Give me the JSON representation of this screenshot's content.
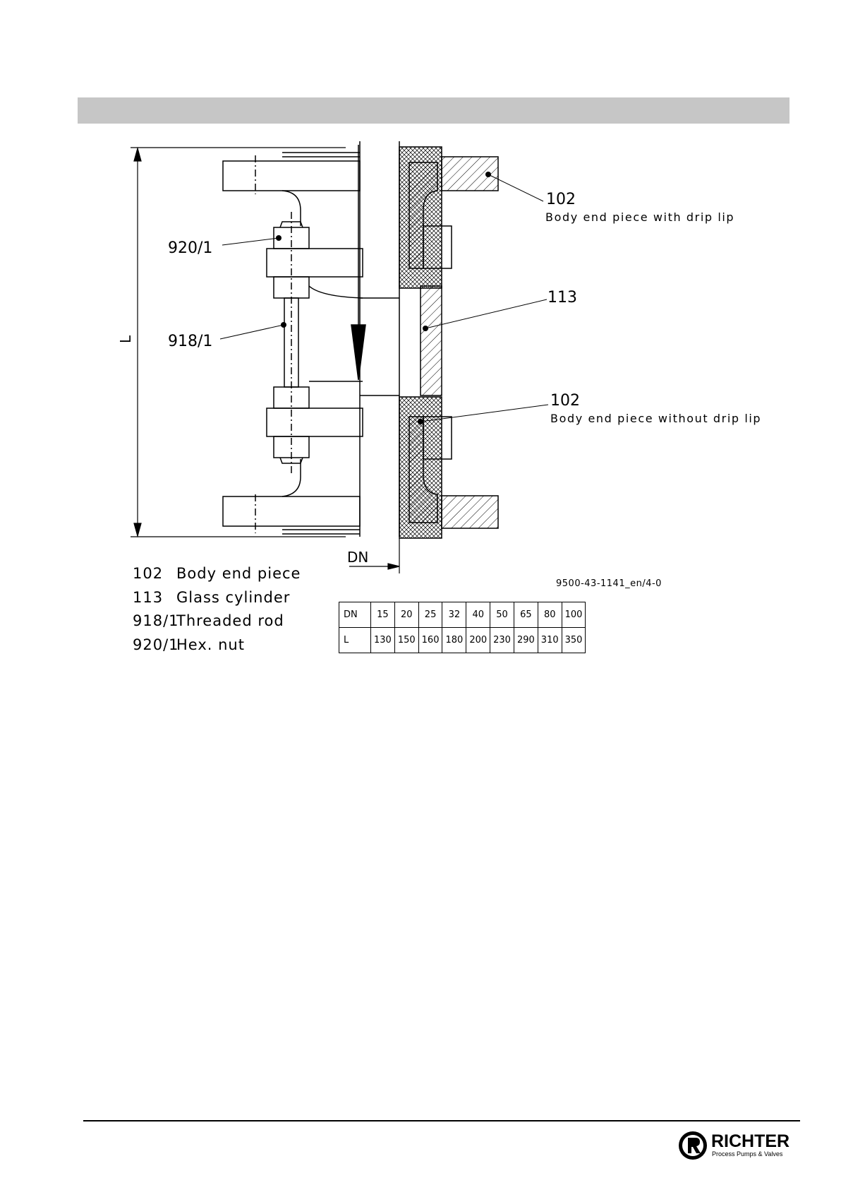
{
  "callouts": {
    "c102_top": "102",
    "c102_top_desc": "Body end piece with drip lip",
    "c920": "920/1",
    "c918": "918/1",
    "c113": "113",
    "c102_bottom": "102",
    "c102_bottom_desc": "Body end piece without drip lip",
    "dim_L": "L",
    "dim_DN": "DN"
  },
  "legend": [
    {
      "num": "102",
      "label": "Body end piece"
    },
    {
      "num": "113",
      "label": "Glass cylinder"
    },
    {
      "num": "918/1",
      "label": "Threaded rod"
    },
    {
      "num": "920/1",
      "label": "Hex. nut"
    }
  ],
  "drawing_number": "9500-43-1141_en/4-0",
  "dimension_table": {
    "header": "DN",
    "dn": [
      "15",
      "20",
      "25",
      "32",
      "40",
      "50",
      "65",
      "80",
      "100"
    ],
    "row_label": "L",
    "l": [
      "130",
      "150",
      "160",
      "180",
      "200",
      "230",
      "290",
      "310",
      "350"
    ]
  },
  "logo": {
    "name": "RICHTER",
    "tagline": "Process Pumps & Valves"
  }
}
